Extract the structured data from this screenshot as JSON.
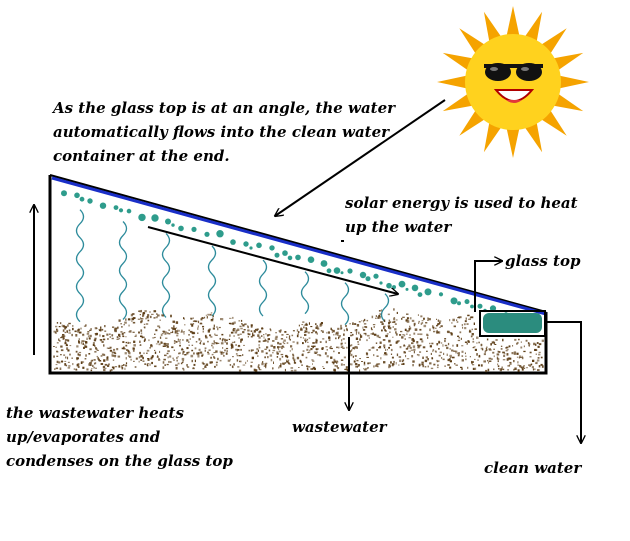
{
  "labels": {
    "angle_note": [
      "As the glass top is at an angle, the water",
      "automatically flows into the clean water",
      "container at the end."
    ],
    "solar_energy": [
      "solar energy is used to heat",
      "up the water"
    ],
    "glass_top": "glass top",
    "evaporation_note": [
      "the wastewater heats",
      "up/evaporates and",
      "condenses on the glass top"
    ],
    "wastewater": "wastewater",
    "clean_water": "clean water"
  },
  "colors": {
    "sun_body": "#ffd21e",
    "sun_rays": "#f5a300",
    "glass_top": "#1a2fc8",
    "droplets": "#2e9c8c",
    "vapour": "#2e8c9c",
    "wastewater_sediment": "#5a3a12",
    "clean_water": "#2b8c7e",
    "lines": "#000000"
  },
  "icons": {
    "sun": "sun-with-sunglasses-icon"
  }
}
